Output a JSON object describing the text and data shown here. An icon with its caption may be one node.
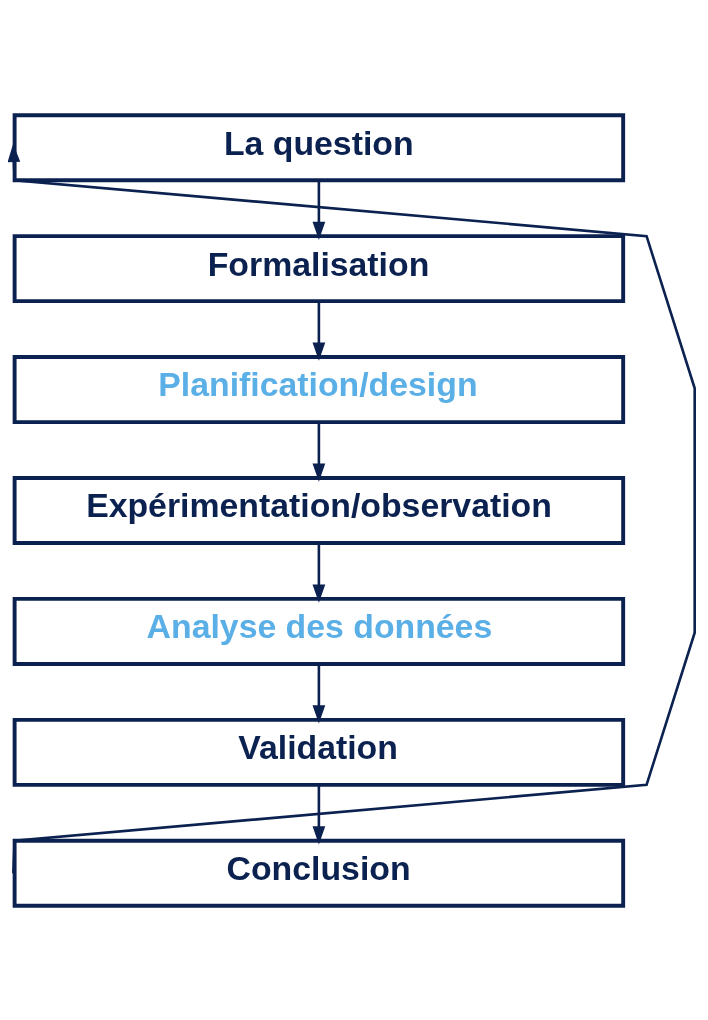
{
  "diagram": {
    "nodes": [
      {
        "text": [
          "La question"
        ]
      },
      {
        "text": [
          "Formalisation"
        ]
      },
      {
        "text": [
          "Planification/design"
        ]
      },
      {
        "text": [
          "Expérimentation/observation"
        ]
      },
      {
        "text": [
          "Analyse des données"
        ]
      },
      {
        "text": [
          "Validation"
        ]
      },
      {
        "text": [
          "Conclusion"
        ]
      }
    ],
    "edges": [
      {
        "from": 0,
        "to": 1,
        "arrow": "to"
      },
      {
        "from": 1,
        "to": 2,
        "arrow": "to"
      },
      {
        "from": 2,
        "to": 3,
        "arrow": "to"
      },
      {
        "from": 3,
        "to": 4,
        "arrow": "to"
      },
      {
        "from": 4,
        "to": 5,
        "arrow": "to"
      },
      {
        "from": 5,
        "to": 6,
        "arrow": "to"
      },
      {
        "from": 6,
        "to": 0,
        "arrow": "to"
      }
    ]
  }
}
